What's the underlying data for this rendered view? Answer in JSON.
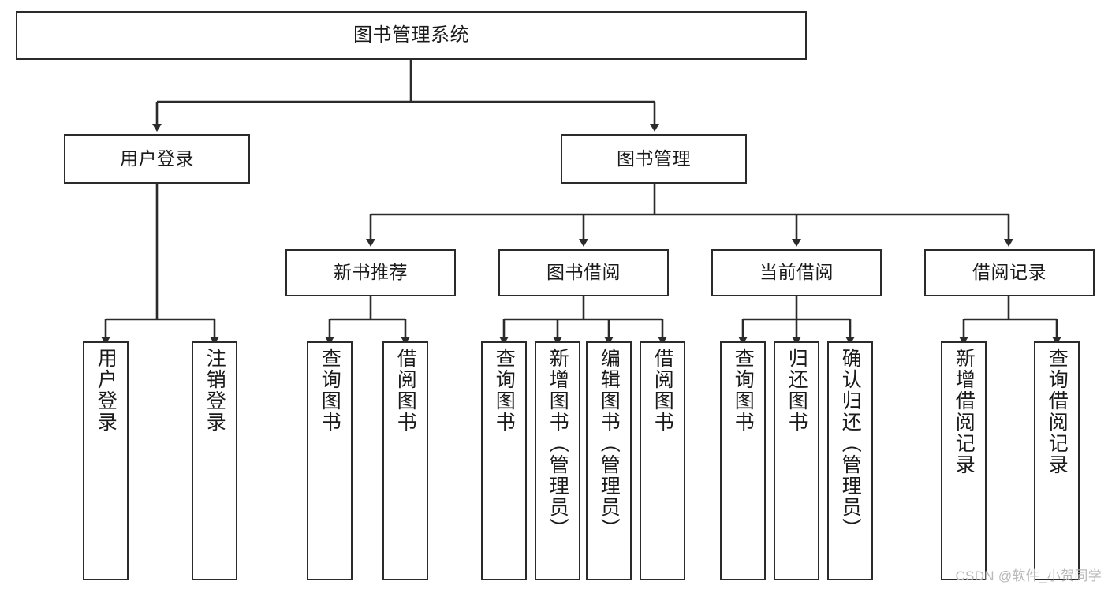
{
  "diagram": {
    "title": "图书管理系统",
    "type": "hierarchy-tree",
    "watermark": "CSDN @软件_小贺同学",
    "colors": {
      "stroke": "#2b2b2b",
      "fill": "#ffffff",
      "text": "#1a1a1a",
      "watermark": "#b9b9b9"
    },
    "nodes": {
      "root": {
        "label": "图书管理系统"
      },
      "level2": [
        {
          "id": "user-login",
          "label": "用户登录"
        },
        {
          "id": "book-management",
          "label": "图书管理"
        }
      ],
      "level3": [
        {
          "id": "new-book-recommend",
          "label": "新书推荐"
        },
        {
          "id": "book-borrow",
          "label": "图书借阅"
        },
        {
          "id": "current-borrow",
          "label": "当前借阅"
        },
        {
          "id": "borrow-record",
          "label": "借阅记录"
        }
      ],
      "leaves": {
        "user-login": [
          {
            "id": "leaf-user-login",
            "label": "用户登录"
          },
          {
            "id": "leaf-logout-login",
            "label": "注销登录"
          }
        ],
        "new-book-recommend": [
          {
            "id": "leaf-query-book-1",
            "label": "查询图书"
          },
          {
            "id": "leaf-borrow-book-1",
            "label": "借阅图书"
          }
        ],
        "book-borrow": [
          {
            "id": "leaf-query-book-2",
            "label": "查询图书"
          },
          {
            "id": "leaf-add-book-admin",
            "label": "新增图书（管理员）"
          },
          {
            "id": "leaf-edit-book-admin",
            "label": "编辑图书（管理员）"
          },
          {
            "id": "leaf-borrow-book-2",
            "label": "借阅图书"
          }
        ],
        "current-borrow": [
          {
            "id": "leaf-query-book-3",
            "label": "查询图书"
          },
          {
            "id": "leaf-return-book",
            "label": "归还图书"
          },
          {
            "id": "leaf-confirm-return-admin",
            "label": "确认归还（管理员）"
          }
        ],
        "borrow-record": [
          {
            "id": "leaf-add-borrow-record",
            "label": "新增借阅记录"
          },
          {
            "id": "leaf-query-borrow-record",
            "label": "查询借阅记录"
          }
        ]
      }
    }
  }
}
